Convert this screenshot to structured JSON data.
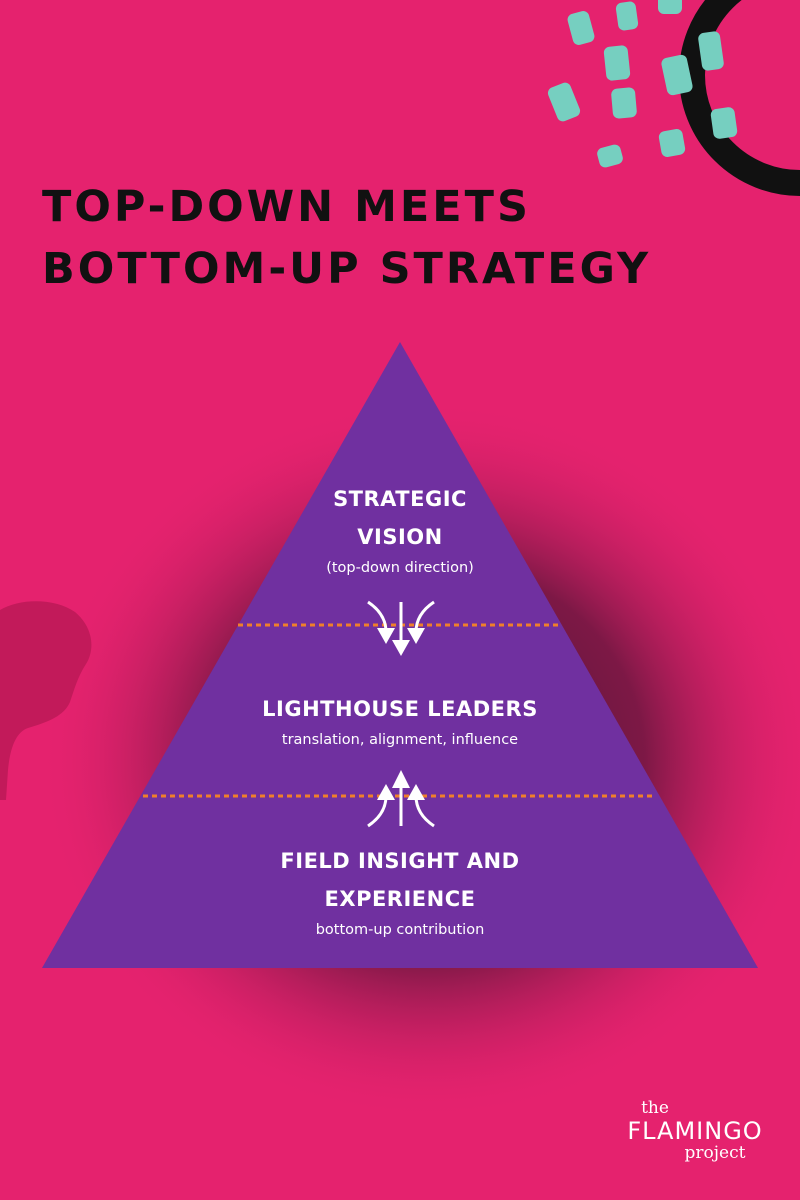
{
  "title": {
    "line1": "TOP-DOWN MEETS",
    "line2": "BOTTOM-UP STRATEGY"
  },
  "pyramid": {
    "layers": [
      {
        "heading_line1": "STRATEGIC",
        "heading_line2": "VISION",
        "sub": "(top-down direction)"
      },
      {
        "heading_line1": "LIGHTHOUSE LEADERS",
        "sub": "translation, alignment, influence"
      },
      {
        "heading_line1": "FIELD INSIGHT AND",
        "heading_line2": "EXPERIENCE",
        "sub": "bottom-up contribution"
      }
    ],
    "arrows": [
      {
        "direction": "down",
        "icon": "converging-down-arrows-icon"
      },
      {
        "direction": "up",
        "icon": "diverging-up-arrows-icon"
      }
    ]
  },
  "brand": {
    "the": "the",
    "name": "FLAMINGO",
    "project": "project"
  },
  "colors": {
    "background": "#e5226e",
    "pyramid": "#7030a0",
    "divider": "#f07f2a",
    "title": "#111111",
    "text": "#ffffff",
    "teal_accent": "#76cfc0",
    "ring": "#111111",
    "silhouette": "#c21a5a"
  }
}
